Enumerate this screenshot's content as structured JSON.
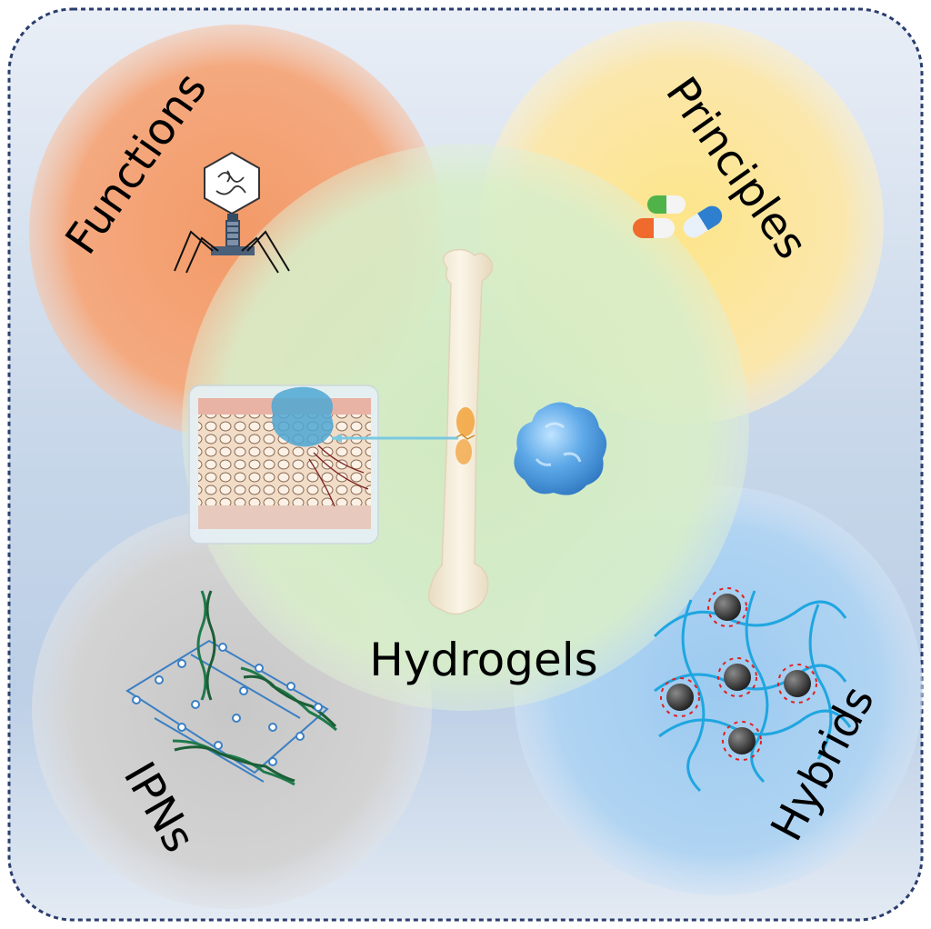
{
  "labels": {
    "functions": "Functions",
    "principles": "Principles",
    "ipns": "IPNs",
    "hybrids": "Hybrids",
    "hydrogels": "Hydrogels"
  },
  "colors": {
    "functions_circle": "#f2a275",
    "principles_circle": "#fce6a0",
    "ipns_circle": "#cccccc",
    "hybrids_circle": "#a9d1f0",
    "center_circle": "#d4ecc4",
    "background": "#d7e3f0",
    "border": "#2a3d6e",
    "network": "#22a6e0",
    "nanoparticle": "#3a3a3a",
    "hydrogel_blob": "#5aa9e6",
    "bone": "#f3ead7",
    "fracture": "#f2a23a"
  },
  "icons": {
    "functions": "bacteriophage-icon",
    "principles": "capsules-icon",
    "center": "bone-fracture-icon",
    "ipns": "interpenetrating-network-icon",
    "hybrids": "nanoparticle-hydrogel-icon"
  }
}
